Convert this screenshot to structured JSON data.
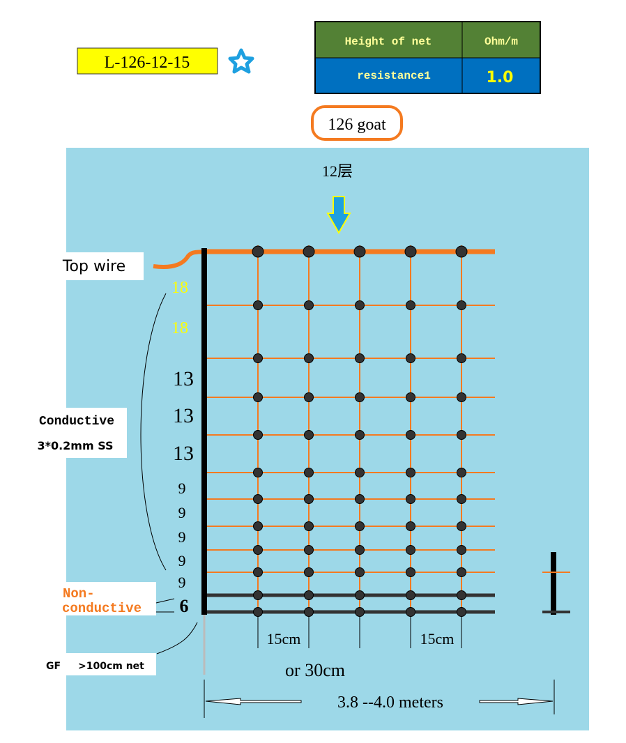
{
  "header": {
    "model_code": "L-126-12-15",
    "star_icon": "star-icon",
    "table": {
      "col1_header": "Height of net",
      "col2_header": "Ohm/m",
      "row_label": "resistance1",
      "row_value": "1.0"
    },
    "product_label": "126 goat"
  },
  "diagram": {
    "layers_label": "12层",
    "top_wire_label": "Top wire",
    "spacings": [
      "18",
      "18",
      "13",
      "13",
      "13",
      "9",
      "9",
      "9",
      "9",
      "9",
      "6"
    ],
    "conductive_label": "Conductive",
    "conductive_spec": "3*0.2mm SS",
    "nonconductive_label_1": "Non-",
    "nonconductive_label_2": "conductive",
    "gf_label": "GF",
    "net_label": ">100cm net",
    "post_spacing_1": "15cm",
    "post_spacing_2": "15cm",
    "post_spacing_alt": "or 30cm",
    "width_label": "3.8 --4.0 meters",
    "colors": {
      "background": "#9dd8e8",
      "wire": "#f47a20",
      "base": "#333333",
      "highlight": "#ffff00"
    }
  }
}
